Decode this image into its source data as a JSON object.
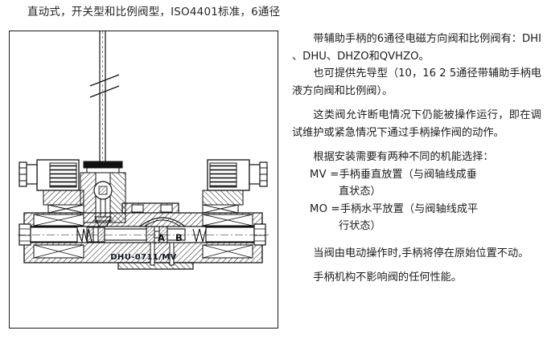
{
  "page": {
    "title": "直动式，开关型和比例阀型，ISO4401标准，6通径",
    "background_color": "#ffffff",
    "text_color": "#1c1c1c"
  },
  "figure": {
    "name": "sectional-drawing-directional-valve",
    "caption": "DHU-0711/MV",
    "border_color": "#1b1b1b",
    "port_labels": [
      {
        "id": "a",
        "text": "A"
      },
      {
        "id": "b",
        "text": "B"
      }
    ]
  },
  "content": {
    "paragraphs": [
      {
        "id": "p1",
        "indent": true,
        "text": "带辅助手柄的6通径电磁方向阀和比例阀有：DHI 、DHU、DHZO和QVHZO。"
      },
      {
        "id": "p2",
        "indent": true,
        "text": "也可提供先导型（10，16 2 5通径带辅助手柄电液方向阀和比例阀）。"
      },
      {
        "id": "p3",
        "indent": true,
        "text": "这类阀允许断电情况下仍能被操作运行，即在调试维护或紧急情况下通过手柄操作阀的动作。"
      },
      {
        "id": "p4",
        "indent": true,
        "text": "根据安装需要有两种不同的机能选择："
      },
      {
        "id": "p5",
        "indent": true,
        "text": "当阀由电动操作时,手柄将停在原始位置不动。"
      },
      {
        "id": "p6",
        "indent": true,
        "text": "手柄机构不影响阀的任何性能。"
      }
    ],
    "definitions": [
      {
        "id": "mv",
        "term": "MV =",
        "body": "手柄垂直放置（与阀轴线成垂",
        "cont": "直状态）"
      },
      {
        "id": "mo",
        "term": "MO =",
        "body": "手柄水平放置（与阀轴线成平",
        "cont": "行状态）"
      }
    ]
  }
}
